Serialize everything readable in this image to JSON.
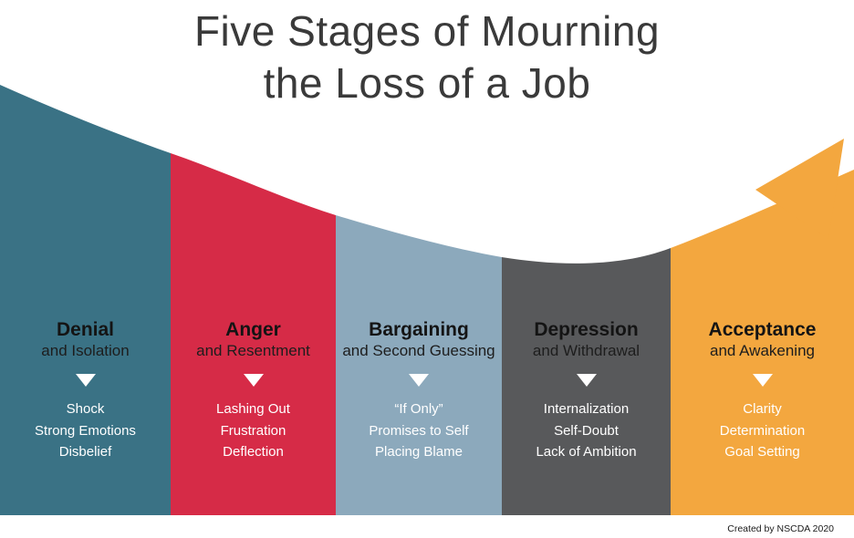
{
  "title": {
    "line1": "Five Stages of Mourning",
    "line2": "the Loss of a Job"
  },
  "credit": "Created by NSCDA 2020",
  "stages": [
    {
      "name": "Denial",
      "subtitle": "and Isolation",
      "color": "#3a7285",
      "items": [
        "Shock",
        "Strong Emotions",
        "Disbelief"
      ]
    },
    {
      "name": "Anger",
      "subtitle": "and Resentment",
      "color": "#d62b47",
      "items": [
        "Lashing Out",
        "Frustration",
        "Deflection"
      ]
    },
    {
      "name": "Bargaining",
      "subtitle": "and Second Guessing",
      "color": "#8ca9bc",
      "items": [
        "“If Only”",
        "Promises to Self",
        "Placing Blame"
      ]
    },
    {
      "name": "Depression",
      "subtitle": "and Withdrawal",
      "color": "#58595b",
      "items": [
        "Internalization",
        "Self-Doubt",
        "Lack of Ambition"
      ]
    },
    {
      "name": "Acceptance",
      "subtitle": "and Awakening",
      "color": "#f3a73f",
      "items": [
        "Clarity",
        "Determination",
        "Goal Setting"
      ]
    }
  ]
}
